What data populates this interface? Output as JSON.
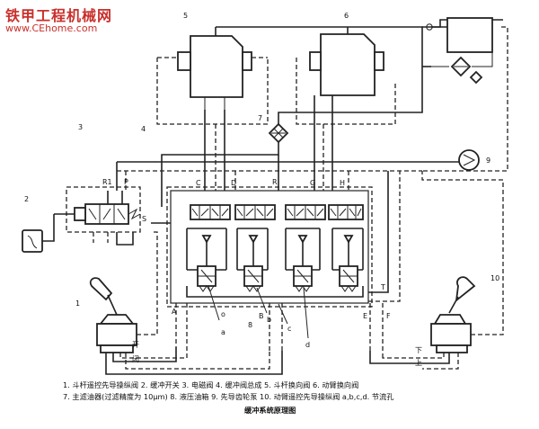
{
  "watermark": {
    "title": "铁甲工程机械网",
    "url": "www.CEhome.com"
  },
  "labels": {
    "n1": "1",
    "n2": "2",
    "n3": "3",
    "n4": "4",
    "n5": "5",
    "n6": "6",
    "n7": "7",
    "n8": "8",
    "n9": "9",
    "n10": "10",
    "R1": "R1",
    "P": "P",
    "S": "S",
    "R": "R",
    "T": "T",
    "o": "o",
    "C": "C",
    "D": "D",
    "G": "G",
    "H": "H",
    "A": "A",
    "B": "B",
    "E": "E",
    "F": "F",
    "a": "a",
    "b": "b",
    "c": "c",
    "d": "d",
    "kai": "开",
    "bi": "闭",
    "xia": "下",
    "shang": "上"
  },
  "legend": {
    "line1": "1. 斗杆遥控先导操纵阀   2. 缓冲开关   3. 电磁阀   4. 缓冲阀总成   5. 斗杆换向阀   6. 动臂换向阀",
    "line2": "7. 主滤油器(过滤精度为 10μm)   8. 液压油箱   9. 先导齿轮泵   10. 动臂遥控先导操纵阀   a,b,c,d. 节流孔"
  },
  "caption": "缓冲系统原理图"
}
